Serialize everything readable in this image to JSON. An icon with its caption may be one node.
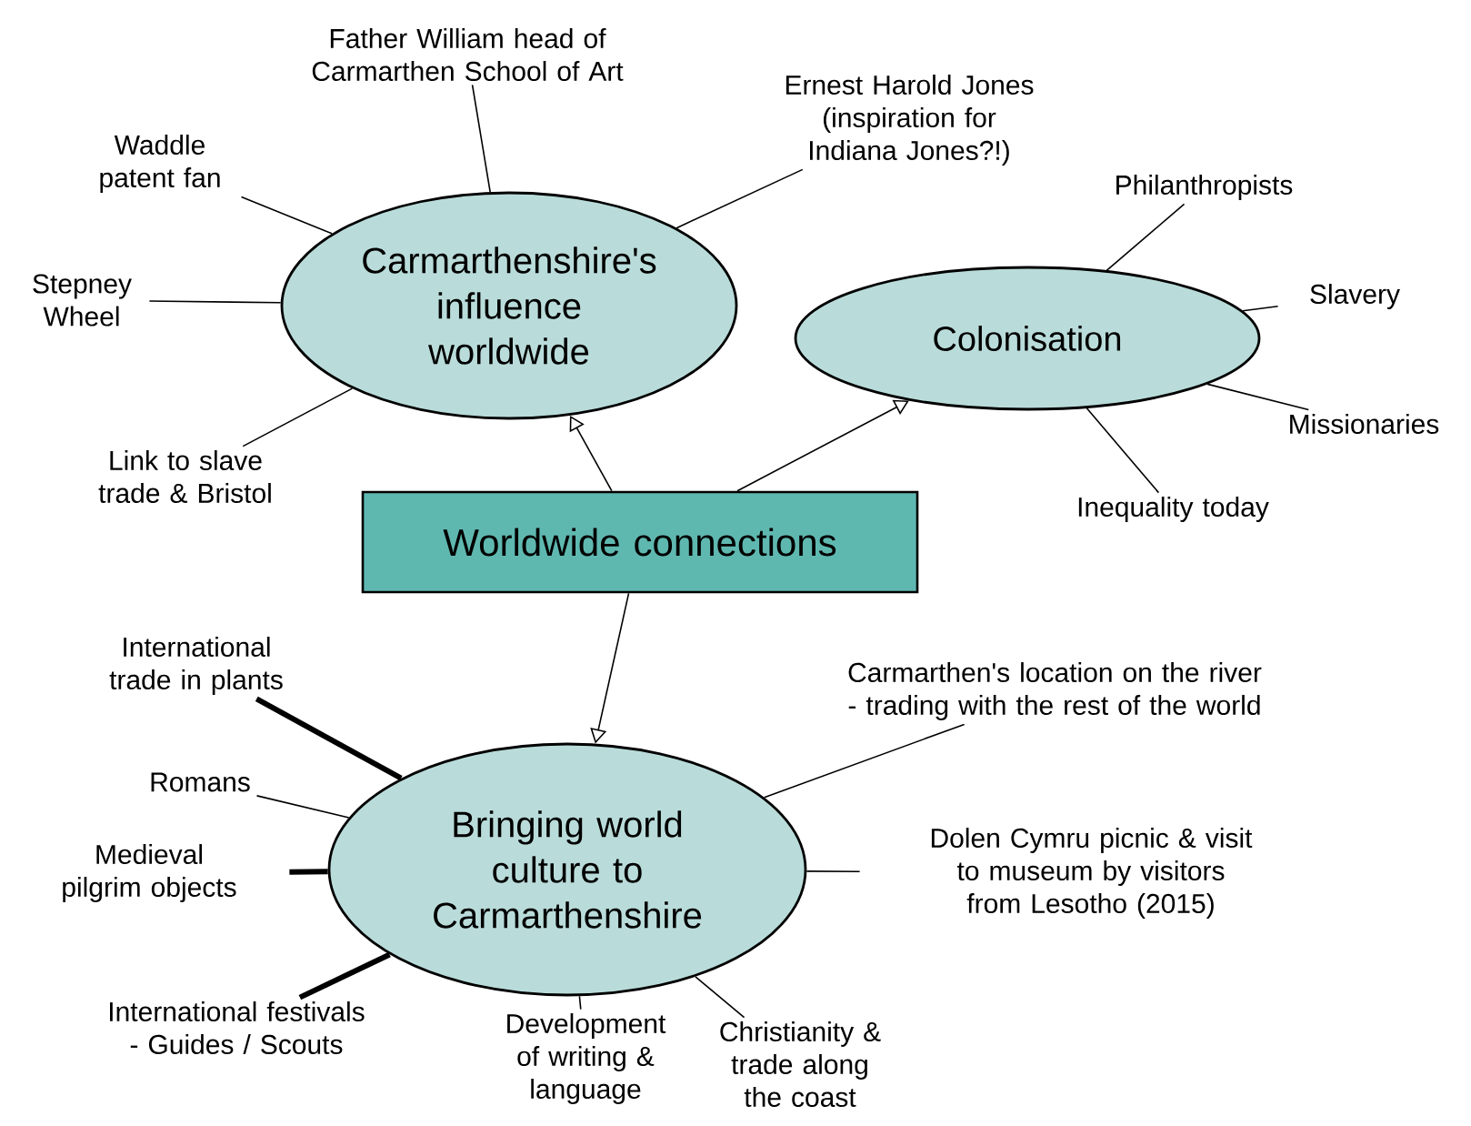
{
  "diagram": {
    "nodes": [
      {
        "text": [
          "Worldwide connections"
        ]
      },
      {
        "text": [
          "Carmarthenshire's influence worldwide"
        ]
      },
      {
        "text": [
          "Colonisation"
        ]
      },
      {
        "text": [
          "Bringing world culture to Carmarthenshire"
        ]
      },
      {
        "text": [
          "Father William head of Carmarthen School of Art"
        ]
      },
      {
        "text": [
          "Waddle patent fan"
        ]
      },
      {
        "text": [
          "Ernest Harold Jones (inspiration for Indiana Jones?!)"
        ]
      },
      {
        "text": [
          "Stepney Wheel"
        ]
      },
      {
        "text": [
          "Link to slave trade & Bristol"
        ]
      },
      {
        "text": [
          "Philanthropists"
        ]
      },
      {
        "text": [
          "Slavery"
        ]
      },
      {
        "text": [
          "Missionaries"
        ]
      },
      {
        "text": [
          "Inequality today"
        ]
      },
      {
        "text": [
          "International trade in plants"
        ]
      },
      {
        "text": [
          "Romans"
        ]
      },
      {
        "text": [
          "Carmarthen's location on the river - trading with the rest of the world"
        ]
      },
      {
        "text": [
          "Medieval pilgrim objects"
        ]
      },
      {
        "text": [
          "Dolen Cymru picnic & visit to museum by visitors from Lesotho (2015)"
        ]
      },
      {
        "text": [
          "International festivals - Guides / Scouts"
        ]
      },
      {
        "text": [
          "Development of writing & language"
        ]
      },
      {
        "text": [
          "Christianity & trade along the coast"
        ]
      }
    ],
    "edges": [
      {
        "from": 0,
        "to": 1,
        "arrow": "to"
      },
      {
        "from": 0,
        "to": 2,
        "arrow": "to"
      },
      {
        "from": 0,
        "to": 3,
        "arrow": "to"
      },
      {
        "from": 1,
        "to": 4,
        "arrow": "none"
      },
      {
        "from": 1,
        "to": 5,
        "arrow": "none"
      },
      {
        "from": 1,
        "to": 6,
        "arrow": "none"
      },
      {
        "from": 1,
        "to": 7,
        "arrow": "none"
      },
      {
        "from": 1,
        "to": 8,
        "arrow": "none"
      },
      {
        "from": 2,
        "to": 9,
        "arrow": "none"
      },
      {
        "from": 2,
        "to": 10,
        "arrow": "none"
      },
      {
        "from": 2,
        "to": 11,
        "arrow": "none"
      },
      {
        "from": 2,
        "to": 12,
        "arrow": "none"
      },
      {
        "from": 3,
        "to": 13,
        "arrow": "none",
        "style": "thick"
      },
      {
        "from": 3,
        "to": 14,
        "arrow": "none"
      },
      {
        "from": 3,
        "to": 15,
        "arrow": "none"
      },
      {
        "from": 3,
        "to": 16,
        "arrow": "none",
        "style": "thick"
      },
      {
        "from": 3,
        "to": 17,
        "arrow": "none"
      },
      {
        "from": 3,
        "to": 18,
        "arrow": "none",
        "style": "thick"
      },
      {
        "from": 3,
        "to": 19,
        "arrow": "none"
      },
      {
        "from": 3,
        "to": 20,
        "arrow": "none"
      }
    ]
  }
}
